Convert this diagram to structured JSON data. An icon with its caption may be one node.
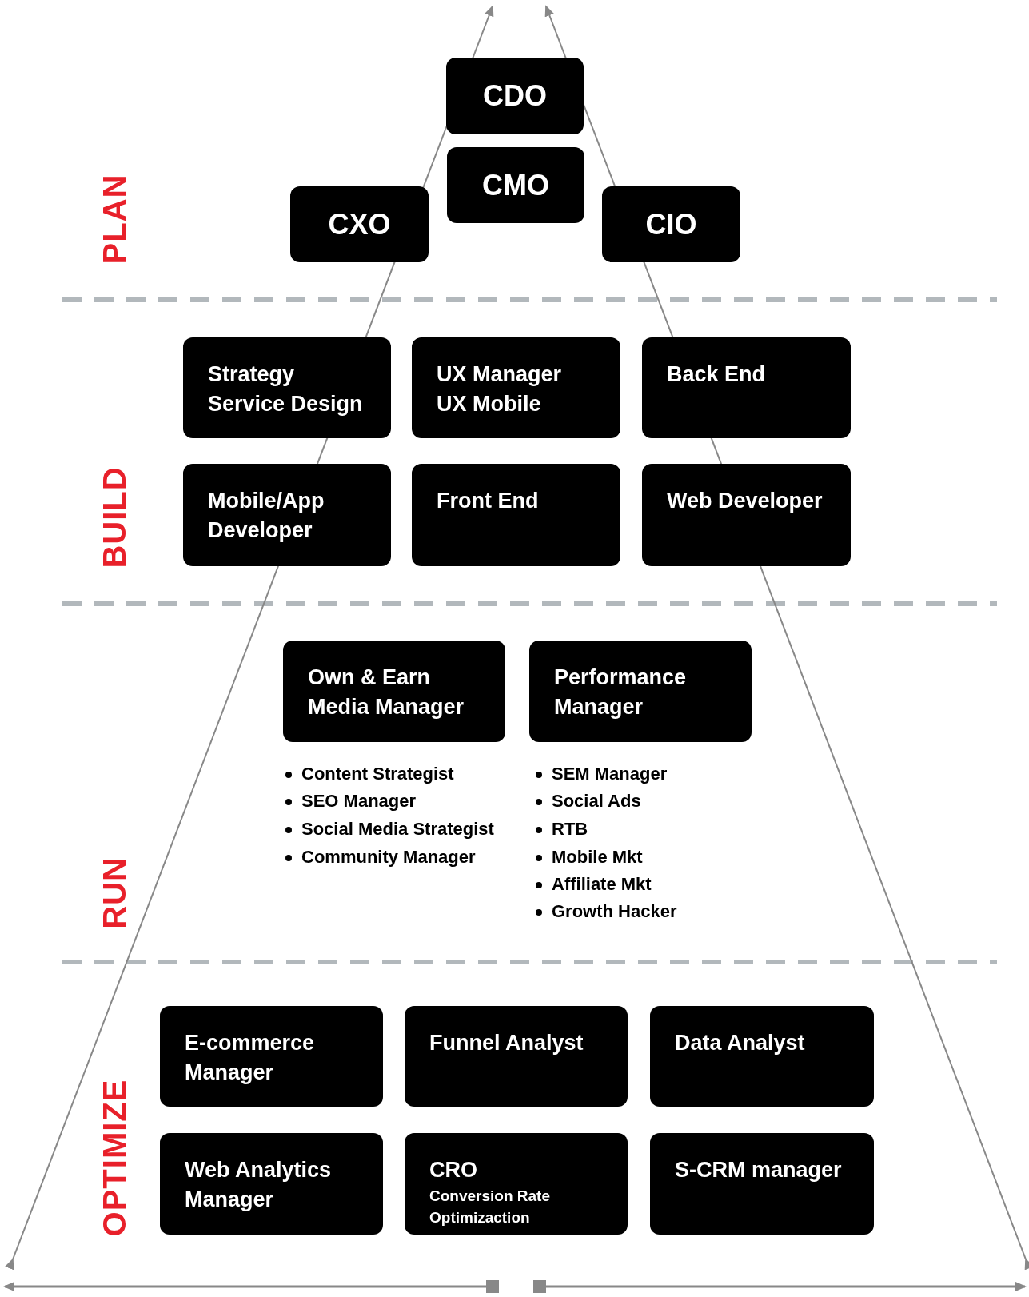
{
  "diagram": {
    "nodes": [
      {
        "text": [
          "CDO"
        ]
      },
      {
        "text": [
          "CMO"
        ]
      },
      {
        "text": [
          "CXO"
        ]
      },
      {
        "text": [
          "CIO"
        ]
      },
      {
        "text": [
          "Strategy",
          "Service Design"
        ]
      },
      {
        "text": [
          "UX Manager",
          "UX Mobile"
        ]
      },
      {
        "text": [
          "Back End"
        ]
      },
      {
        "text": [
          "Mobile/App Developer"
        ]
      },
      {
        "text": [
          "Front End"
        ]
      },
      {
        "text": [
          "Web Developer"
        ]
      },
      {
        "text": [
          "Own & Earn Media Manager"
        ]
      },
      {
        "text": [
          "Performance Manager"
        ]
      },
      {
        "text": [
          "E-commerce Manager"
        ]
      },
      {
        "text": [
          "Funnel Analyst"
        ]
      },
      {
        "text": [
          "Data Analyst"
        ]
      },
      {
        "text": [
          "Web Analytics Manager"
        ]
      },
      {
        "text": [
          "CRO",
          "Conversion Rate Optimizaction"
        ]
      },
      {
        "text": [
          "S-CRM manager"
        ]
      }
    ],
    "edges": [],
    "labels": [
      "PLAN",
      "BUILD",
      "RUN",
      "OPTIMIZE",
      "Content Strategist",
      "SEO Manager",
      "Social Media Strategist",
      "Community Manager",
      "SEM Manager",
      "Social Ads",
      "RTB",
      "Mobile Mkt",
      "Affiliate Mkt",
      "Growth Hacker"
    ]
  }
}
